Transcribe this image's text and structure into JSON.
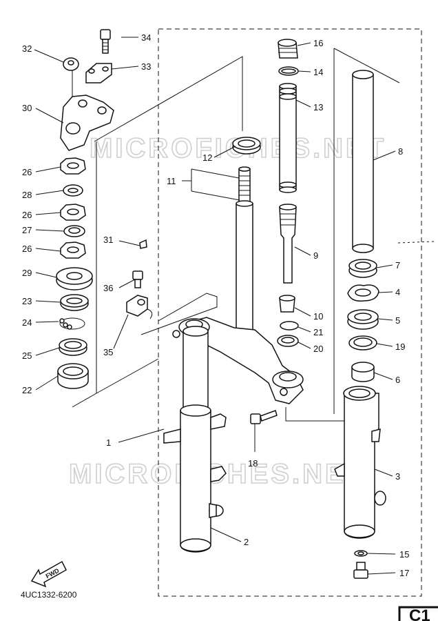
{
  "watermark": "MICROFICHES.NET",
  "diagram_code": "4UC1332-6200",
  "fwd_label": "FWD",
  "page_tab": "C1",
  "parts": {
    "p1": "1",
    "p2": "2",
    "p3": "3",
    "p4": "4",
    "p5": "5",
    "p6": "6",
    "p7": "7",
    "p8": "8",
    "p9": "9",
    "p10": "10",
    "p11": "11",
    "p12": "12",
    "p13": "13",
    "p14": "14",
    "p15": "15",
    "p16": "16",
    "p17": "17",
    "p18": "18",
    "p19": "19",
    "p20": "20",
    "p21": "21",
    "p22": "22",
    "p23": "23",
    "p24": "24",
    "p25": "25",
    "p26a": "26",
    "p26b": "26",
    "p26c": "26",
    "p27": "27",
    "p28": "28",
    "p29": "29",
    "p30": "30",
    "p31": "31",
    "p32": "32",
    "p33": "33",
    "p34": "34",
    "p35": "35",
    "p36": "36"
  }
}
